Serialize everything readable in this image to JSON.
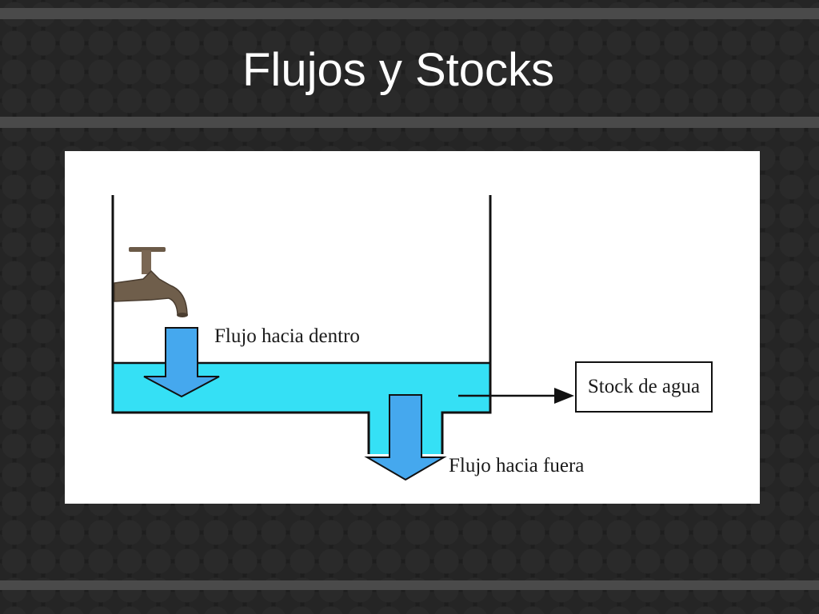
{
  "slide": {
    "title": "Flujos y Stocks"
  },
  "diagram": {
    "inflow_label": "Flujo hacia dentro",
    "outflow_label": "Flujo hacia fuera",
    "stock_label": "Stock de agua",
    "icons": [
      "faucet-icon",
      "inflow-arrow-icon",
      "outflow-arrow-icon",
      "pointer-arrow-icon"
    ],
    "colors": {
      "water": "#35e0f5",
      "arrow_fill": "#45a8ee",
      "faucet": "#6b5a48",
      "tank_outline": "#111111"
    }
  }
}
